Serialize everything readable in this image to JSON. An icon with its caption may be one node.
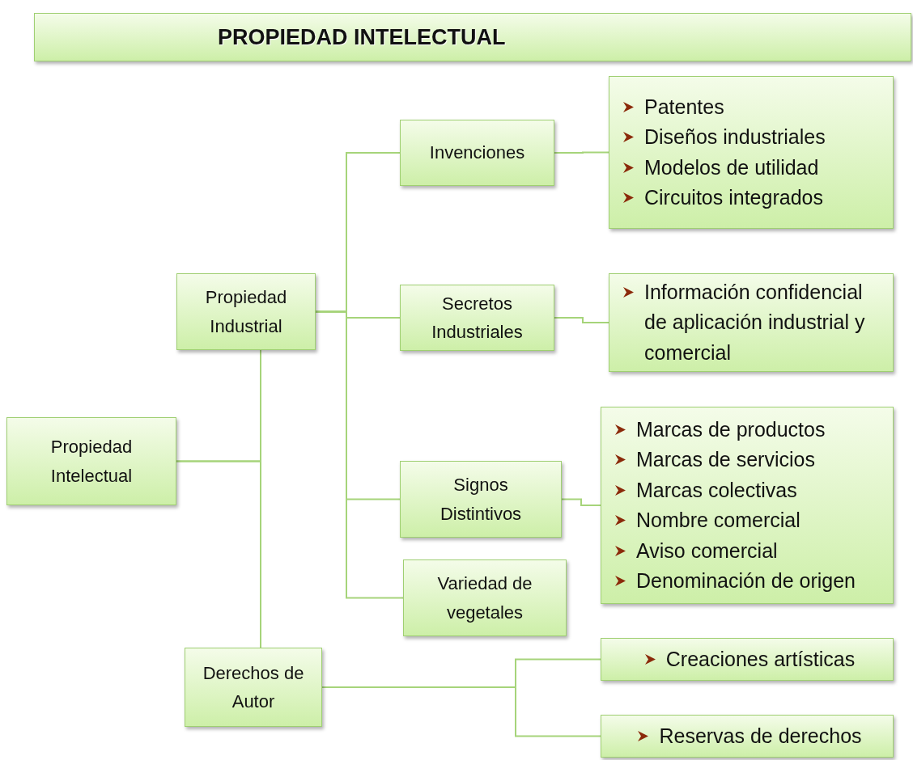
{
  "diagram": {
    "title": "PROPIEDAD INTELECTUAL",
    "nodes": [
      {
        "text": [
          "Propiedad Intelectual"
        ]
      },
      {
        "text": [
          "Propiedad Industrial"
        ]
      },
      {
        "text": [
          "Derechos de Autor"
        ]
      },
      {
        "text": [
          "Invenciones"
        ]
      },
      {
        "text": [
          "Secretos Industriales"
        ]
      },
      {
        "text": [
          "Signos Distintivos"
        ]
      },
      {
        "text": [
          "Variedad de vegetales"
        ]
      },
      {
        "text": [
          "Patentes",
          "Diseños industriales",
          "Modelos de utilidad",
          "Circuitos integrados"
        ]
      },
      {
        "text": [
          "Información confidencial de aplicación industrial y comercial"
        ]
      },
      {
        "text": [
          "Marcas de productos",
          "Marcas de servicios",
          "Marcas colectivas",
          "Nombre comercial",
          "Aviso comercial",
          "Denominación de origen"
        ]
      },
      {
        "text": [
          "Creaciones artísticas"
        ]
      },
      {
        "text": [
          "Reservas de derechos"
        ]
      }
    ],
    "edges": [
      {
        "from": 0,
        "to": 1,
        "arrow": "none"
      },
      {
        "from": 0,
        "to": 2,
        "arrow": "none"
      },
      {
        "from": 1,
        "to": 3,
        "arrow": "none"
      },
      {
        "from": 1,
        "to": 4,
        "arrow": "none"
      },
      {
        "from": 1,
        "to": 5,
        "arrow": "none"
      },
      {
        "from": 1,
        "to": 6,
        "arrow": "none"
      },
      {
        "from": 3,
        "to": 7,
        "arrow": "none"
      },
      {
        "from": 4,
        "to": 8,
        "arrow": "none"
      },
      {
        "from": 5,
        "to": 9,
        "arrow": "none"
      },
      {
        "from": 2,
        "to": 10,
        "arrow": "none"
      },
      {
        "from": 2,
        "to": 11,
        "arrow": "none"
      }
    ]
  }
}
